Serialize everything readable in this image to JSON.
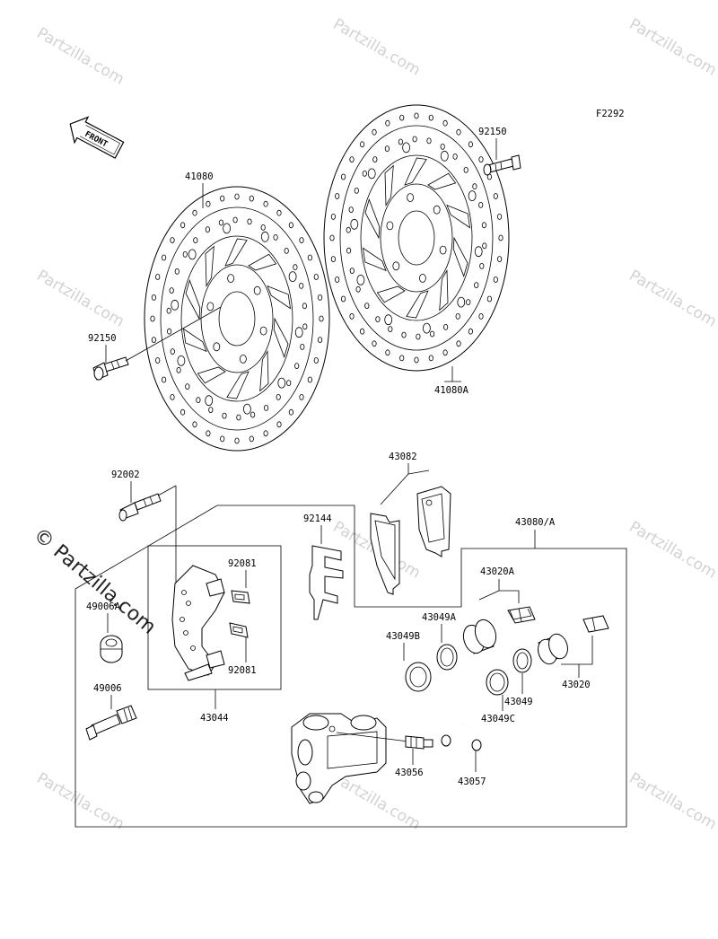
{
  "diagram_code": "F2292",
  "front_arrow_label": "FRONT",
  "watermark": {
    "text": "Partzilla.com",
    "main_text": "© Partzilla.com"
  },
  "part_labels": {
    "p41080": "41080",
    "p92150_top": "92150",
    "p92150_left": "92150",
    "p41080A": "41080A",
    "p43082": "43082",
    "p92002": "92002",
    "p92144": "92144",
    "p43080A": "43080/A",
    "p92081_top": "92081",
    "p92081_bottom": "92081",
    "p49006A": "49006A",
    "p49006": "49006",
    "p43044": "43044",
    "p43020A": "43020A",
    "p43049A": "43049A",
    "p43049B": "43049B",
    "p43049": "43049",
    "p43049C": "43049C",
    "p43020": "43020",
    "p43056": "43056",
    "p43057": "43057"
  }
}
